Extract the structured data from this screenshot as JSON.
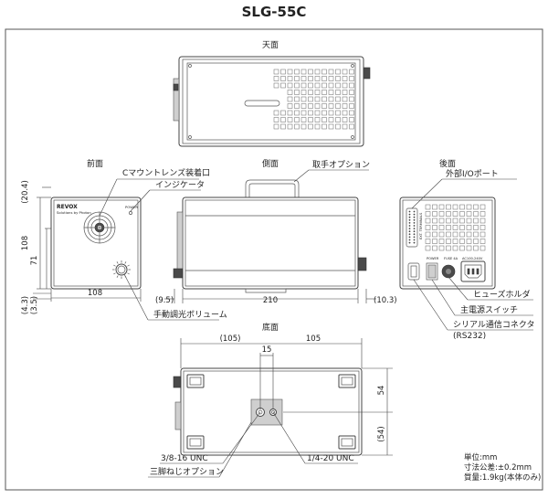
{
  "title": "SLG-55C",
  "views": {
    "top": "天面",
    "front": "前面",
    "side": "側面",
    "rear": "後面",
    "bottom": "底面"
  },
  "callouts": {
    "c_mount": "Cマウントレンズ装着口",
    "indicator": "インジケータ",
    "handle": "取手オプション",
    "ext_io": "外部I/Oポート",
    "fuse": "ヒューズホルダ",
    "main_switch": "主電源スイッチ",
    "serial": "シリアル通信コネクタ",
    "serial_sub": "(RS232)",
    "dimmer": "手動調光ボリューム",
    "screw_3_8": "3/8-16 UNC",
    "screw_1_4": "1/4-20 UNC",
    "tripod": "三脚ねじオプション"
  },
  "panel_text": {
    "brand": "REVOX",
    "tagline": "Solutions by Photon",
    "power": "POWER",
    "ext_port": "EXT. TERMINALS",
    "power_sw": "POWER",
    "fuse_label": "FUSE 4A",
    "ac_label": "AC100-240V"
  },
  "dimensions": {
    "front_top": "(20.4)",
    "front_height": "108",
    "front_partial": "71",
    "front_bottom_a": "(4.3)",
    "front_bottom_b": "(3.5)",
    "front_width": "108",
    "side_left": "(9.5)",
    "side_length": "210",
    "side_right": "(10.3)",
    "bottom_offset": "(105)",
    "bottom_half": "105",
    "bottom_spacing": "15",
    "bottom_depth": "54",
    "bottom_depth_ref": "(54)"
  },
  "specs": {
    "unit": "単位:mm",
    "tolerance": "寸法公差:±0.2mm",
    "mass": "質量:1.9kg(本体のみ)"
  }
}
